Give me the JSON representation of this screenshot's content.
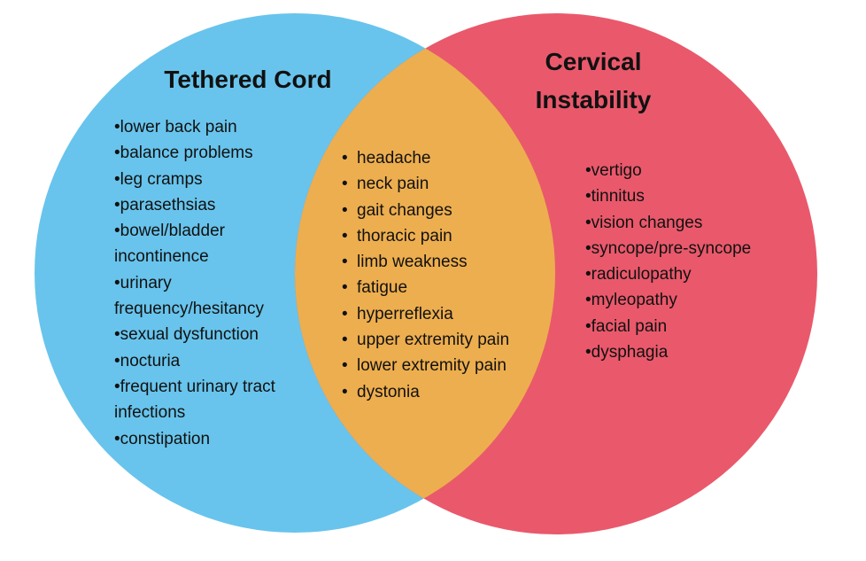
{
  "colors": {
    "left_circle": "#68C4EC",
    "right_circle": "#E9596B",
    "overlap": "#EDAE4F",
    "text": "#111111"
  },
  "left": {
    "title": "Tethered Cord",
    "items": [
      "•lower back pain",
      "•balance problems",
      "•leg cramps",
      "•parasethsias",
      "•bowel/bladder",
      "incontinence",
      "•urinary",
      "frequency/hesitancy",
      "•sexual dysfunction",
      "•nocturia",
      "•frequent urinary tract",
      "infections",
      "•constipation"
    ]
  },
  "overlap": {
    "items": [
      "headache",
      "neck pain",
      "gait changes",
      "thoracic pain",
      "limb weakness",
      "fatigue",
      "hyperreflexia",
      "upper extremity pain",
      "lower extremity pain",
      "dystonia"
    ]
  },
  "right": {
    "title_line1": "Cervical",
    "title_line2": "Instability",
    "items": [
      "•vertigo",
      "•tinnitus",
      "•vision changes",
      "•syncope/pre-syncope",
      "•radiculopathy",
      "•myleopathy",
      "•facial pain",
      "•dysphagia"
    ]
  }
}
